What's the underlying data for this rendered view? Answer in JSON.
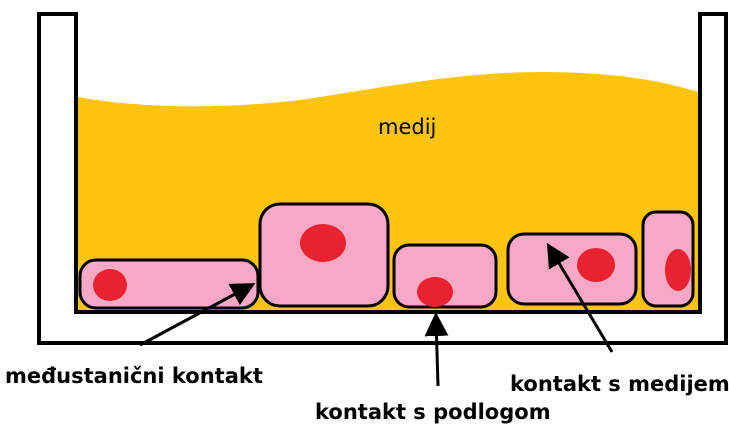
{
  "labels": {
    "medium": "medij",
    "cell_cell_contact": "međustanični kontakt",
    "substrate_contact": "kontakt s podlogom",
    "medium_contact": "kontakt s medijem"
  },
  "colors": {
    "medium": "#FCC40D",
    "cell_fill": "#F7A8C4",
    "nucleus": "#E8222E",
    "outline": "#000000",
    "dish_fill": "#FFFFFF"
  }
}
